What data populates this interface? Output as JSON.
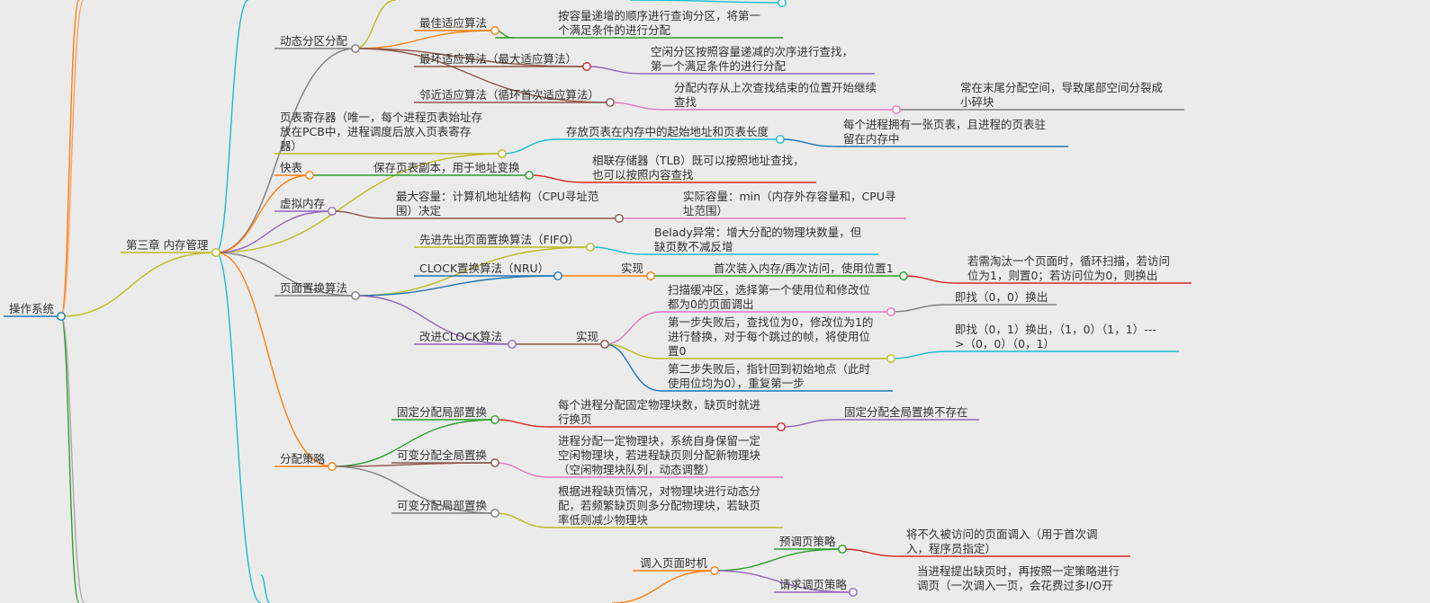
{
  "map": {
    "root": {
      "label": "操作系统",
      "color": "#1f77b4"
    },
    "branch": {
      "label": "第三章 内存管理",
      "color": "#bcbd22"
    },
    "nodes": {
      "dynamic_partition": "动态分区分配",
      "best_fit": "最佳适应算法",
      "best_fit_desc": [
        "按容量递增的顺序进行查询分区，将第一",
        "个满足条件的进行分配"
      ],
      "worst_fit": "最坏适应算法（最大适应算法）",
      "worst_fit_desc": [
        "空闲分区按照容量递减的次序进行查找，",
        "第一个满足条件的进行分配"
      ],
      "next_fit": "邻近适应算法（循环首次适应算法）",
      "next_fit_desc": [
        "分配内存从上次查找结束的位置开始继续",
        "查找"
      ],
      "next_fit_note": [
        "常在末尾分配空间，导致尾部空间分裂成",
        "小碎块"
      ],
      "page_table_reg": [
        "页表寄存器（唯一，每个进程页表始址存",
        "放在PCB中，进程调度后放入页表寄存",
        "器）"
      ],
      "page_table_reg_desc": "存放页表在内存中的起始地址和页表长度",
      "page_table_reg_note": [
        "每个进程拥有一张页表，且进程的页表驻",
        "留在内存中"
      ],
      "tlb": "快表",
      "tlb_desc": "保存页表副本，用于地址变换",
      "tlb_note": [
        "相联存储器（TLB）既可以按照地址查找，",
        "也可以按照内容查找"
      ],
      "virtual_mem": "虚拟内存",
      "vm_max": [
        "最大容量：计算机地址结构（CPU寻址范",
        "围）决定"
      ],
      "vm_actual": [
        "实际容量：min（内存外存容量和，CPU寻",
        "址范围）"
      ],
      "page_replace": "页面置换算法",
      "fifo": "先进先出页面置换算法（FIFO）",
      "fifo_note": [
        "Belady异常：增大分配的物理块数量，但",
        "缺页数不减反增"
      ],
      "clock": "CLOCK置换算法（NRU）",
      "clock_impl": "实现",
      "clock_impl_desc": "首次装入内存/再次访问，使用位置1",
      "clock_impl_note": [
        "若需淘汰一个页面时，循环扫描，若访问",
        "位为1，则置0；若访问位为0，则换出"
      ],
      "improved_clock": "改进CLOCK算法",
      "improved_impl": "实现",
      "step1": [
        "扫描缓冲区，选择第一个使用位和修改位",
        "都为0的页面调出"
      ],
      "step1_note": "即找（0，0）换出",
      "step2": [
        "第一步失败后，查找位为0，修改位为1的",
        "进行替换，对于每个跳过的帧，将使用位",
        "置0"
      ],
      "step2_note": [
        "即找（0，1）换出，（1，0）（1，1）---",
        ">（0，0）（0，1）"
      ],
      "step3": [
        "第二步失败后，指针回到初始地点（此时",
        "使用位均为0），重复第一步"
      ],
      "alloc_strategy": "分配策略",
      "fixed_local": "固定分配局部置换",
      "fixed_local_desc": [
        "每个进程分配固定物理块数，缺页时就进",
        "行换页"
      ],
      "fixed_local_note": "固定分配全局置换不存在",
      "var_global": "可变分配全局置换",
      "var_global_desc": [
        "进程分配一定物理块，系统自身保留一定",
        "空闲物理块，若进程缺页则分配新物理块",
        "（空闲物理块队列，动态调整）"
      ],
      "var_local": "可变分配局部置换",
      "var_local_desc": [
        "根据进程缺页情况，对物理块进行动态分",
        "配，若频繁缺页则多分配物理块，若缺页",
        "率低则减少物理块"
      ],
      "load_timing": "调入页面时机",
      "prepaging": "预调页策略",
      "prepaging_desc": [
        "将不久被访问的页面调入（用于首次调",
        "入，程序员指定）"
      ],
      "demand_paging": "请求调页策略",
      "demand_paging_desc": [
        "当进程提出缺页时，再按照一定策略进行",
        "调页（一次调入一页，会花费过多I/O开"
      ]
    },
    "palette": {
      "blue": "#1f77b4",
      "orange": "#ff7f0e",
      "green": "#2ca02c",
      "red": "#d62728",
      "purple": "#9467bd",
      "brown": "#8c564b",
      "pink": "#e377c2",
      "gray": "#7f7f7f",
      "olive": "#bcbd22",
      "cyan": "#17becf"
    }
  }
}
